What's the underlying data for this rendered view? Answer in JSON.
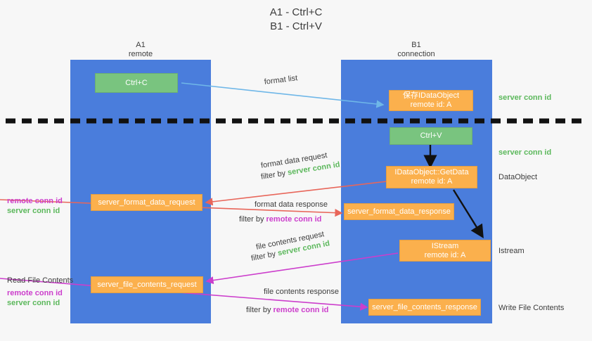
{
  "title": {
    "line1": "A1 - Ctrl+C",
    "line2": "B1 - Ctrl+V"
  },
  "lanes": [
    {
      "name": "A1",
      "sub": "remote"
    },
    {
      "name": "B1",
      "sub": "connection"
    }
  ],
  "boxes": {
    "ctrl_c": {
      "line1": "Ctrl+C",
      "line2": ""
    },
    "save_idataobject": {
      "line1": "保存IDataObject",
      "line2": "remote id: A"
    },
    "ctrl_v": {
      "line1": "Ctrl+V",
      "line2": ""
    },
    "getdata": {
      "line1": "IDataObject::GetData",
      "line2": "remote id: A"
    },
    "server_format_data_request": {
      "line1": "server_format_data_request",
      "line2": ""
    },
    "server_format_data_response": {
      "line1": "server_format_data_response",
      "line2": ""
    },
    "istream": {
      "line1": "IStream",
      "line2": "remote id: A"
    },
    "server_file_contents_request": {
      "line1": "server_file_contents_request",
      "line2": ""
    },
    "server_file_contents_response": {
      "line1": "server_file_contents_response",
      "line2": ""
    }
  },
  "edges": {
    "format_list": "format list",
    "format_data_request": "format data request",
    "format_data_request_filter_prefix": "filter by ",
    "format_data_request_filter_key": "server conn id",
    "format_data_response": "format data response",
    "format_data_response_filter_prefix": "filter by ",
    "format_data_response_filter_key": "remote conn id",
    "file_contents_request": "file contents request",
    "file_contents_request_filter_prefix": "filter by ",
    "file_contents_request_filter_key": "server conn id",
    "file_contents_response": "file contents response",
    "file_contents_response_filter_prefix": "filter by ",
    "file_contents_response_filter_key": "remote conn id"
  },
  "annotations": {
    "right_server_conn_id_1": "server conn id",
    "right_server_conn_id_2": "server conn id",
    "right_dataobject": "DataObject",
    "right_istream": "Istream",
    "right_write_file_contents": "Write File Contents",
    "left_read_file_contents": "Read File Contents",
    "left_remote_conn_id_1": "remote conn id",
    "left_server_conn_id_1": "server conn id",
    "left_remote_conn_id_2": "remote conn id",
    "left_server_conn_id_2": "server conn id"
  },
  "colors": {
    "lane": "#4a7ddc",
    "green_box": "#79c47f",
    "orange_box": "#fbb04d",
    "green_text": "#5cb85c",
    "magenta_text": "#cc3ecc",
    "blue_arrow": "#6fb7e8",
    "red_arrow": "#e8665a",
    "magenta_arrow": "#cc3ecc",
    "black_arrow": "#111111",
    "background": "#f7f7f7"
  }
}
